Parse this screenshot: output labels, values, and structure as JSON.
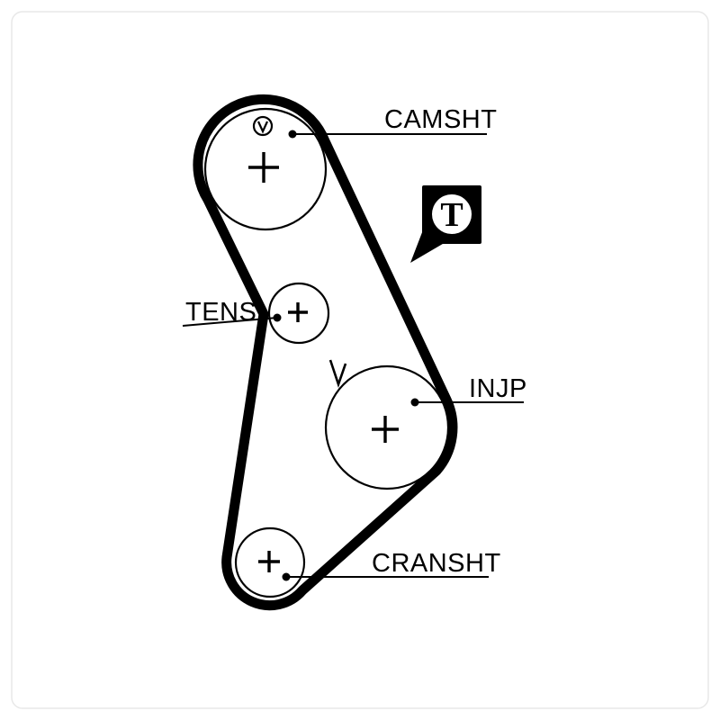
{
  "page": {
    "background": "#ffffff",
    "frame_color": "#e8e8e8"
  },
  "diagram": {
    "kind": "timing-belt-routing-diagram",
    "ink_color": "#000000",
    "labels": {
      "camshaft": "CAMSHT",
      "tensioner": "TENS",
      "injection_pump": "INJP",
      "crankshaft": "CRANSHT"
    },
    "badge": {
      "letter": "T"
    },
    "icons": {
      "timing_mark": "timing-mark-icon",
      "direction_arrow": "direction-arrow-icon"
    }
  }
}
